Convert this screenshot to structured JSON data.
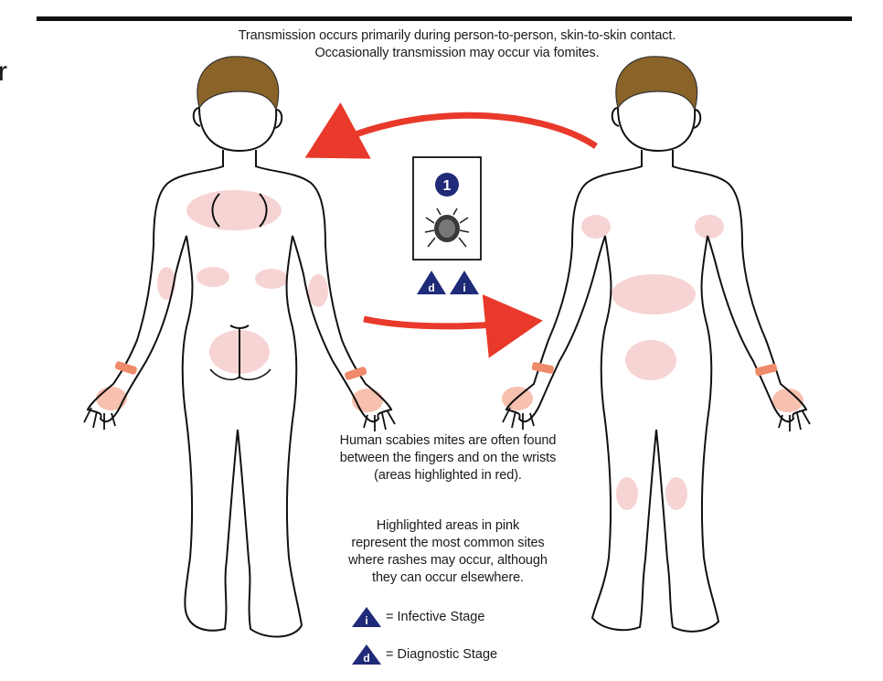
{
  "header": {
    "line1": "Transmission occurs primarily during person-to-person, skin-to-skin contact.",
    "line2": "Occasionally transmission may occur via fomites."
  },
  "stage_box": {
    "number": "1",
    "icon": "mite-icon",
    "badges": [
      "d",
      "i"
    ]
  },
  "notes": {
    "mites": [
      "Human scabies mites are often found",
      "between the fingers and on the wrists",
      "(areas highlighted in red)."
    ],
    "rash": [
      "Highlighted areas in pink",
      "represent the most common sites",
      "where rashes may occur, although",
      "they can occur elsewhere."
    ]
  },
  "legend": [
    {
      "symbol": "i",
      "label": "= Infective Stage"
    },
    {
      "symbol": "d",
      "label": "= Diagnostic Stage"
    }
  ],
  "edge_glyph": "r",
  "colors": {
    "arrow": "#e8392b",
    "rash_pink": "#f7d4d4",
    "wrist_red": "#ef8a6b",
    "hair": "#8a6328",
    "badge_navy": "#1f2a78"
  }
}
